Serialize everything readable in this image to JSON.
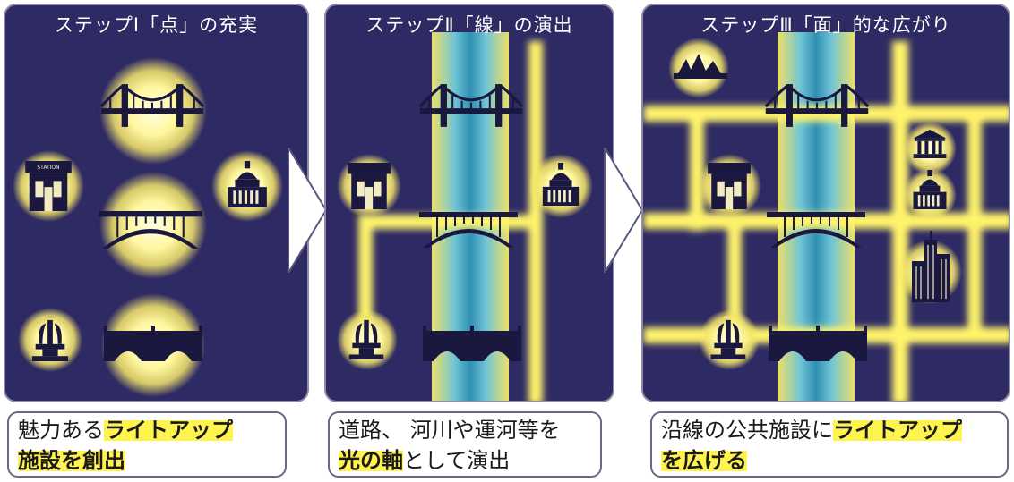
{
  "panels": [
    {
      "title": "ステップⅠ「点」の充実"
    },
    {
      "title": "ステップⅡ「線」の演出"
    },
    {
      "title": "ステップⅢ「面」的な広がり"
    }
  ],
  "captions": [
    {
      "line1_plain": "魅力ある",
      "line1_bold": "ライトアップ",
      "line2_bold": "施設を創出",
      "line2_plain": ""
    },
    {
      "line1_plain": "道路、 河川や運河等を",
      "line1_bold": "",
      "line2_bold": "光の軸",
      "line2_plain": "として演出"
    },
    {
      "line1_plain": "沿線の公共施設に",
      "line1_bold": "ライトアップ",
      "line2_bold": "を広げる",
      "line2_plain": ""
    }
  ],
  "icons": {
    "station_sign": "STATION"
  },
  "colors": {
    "panel_bg": "#2e2a63",
    "glow": "#fff36b",
    "river": "#3aa9c9",
    "silhouette": "#1b1840",
    "highlight": "#fff44f"
  }
}
